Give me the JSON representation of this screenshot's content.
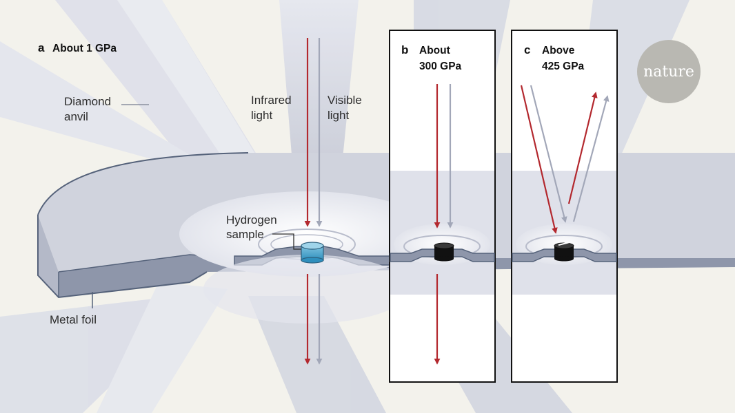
{
  "panel_a": {
    "letter": "a",
    "title": "About 1 GPa"
  },
  "panel_b": {
    "letter": "b",
    "title_line1": "About",
    "title_line2": "300 GPa"
  },
  "panel_c": {
    "letter": "c",
    "title_line1": "Above",
    "title_line2": "425 GPa"
  },
  "labels": {
    "diamond_anvil_line1": "Diamond",
    "diamond_anvil_line2": "anvil",
    "infrared_line1": "Infrared",
    "infrared_line2": "light",
    "visible_line1": "Visible",
    "visible_line2": "light",
    "hydrogen_line1": "Hydrogen",
    "hydrogen_line2": "sample",
    "metal_foil": "Metal foil"
  },
  "logo": {
    "text": "nature"
  },
  "colors": {
    "background": "#f3f2ec",
    "infrared_arrow": "#b3282e",
    "visible_arrow": "#a2a7b8",
    "foil": "#cfd1db",
    "foil_edge": "#55627a",
    "hydrogen_sample": "#4aa3c9",
    "dark_sample": "#111111"
  }
}
